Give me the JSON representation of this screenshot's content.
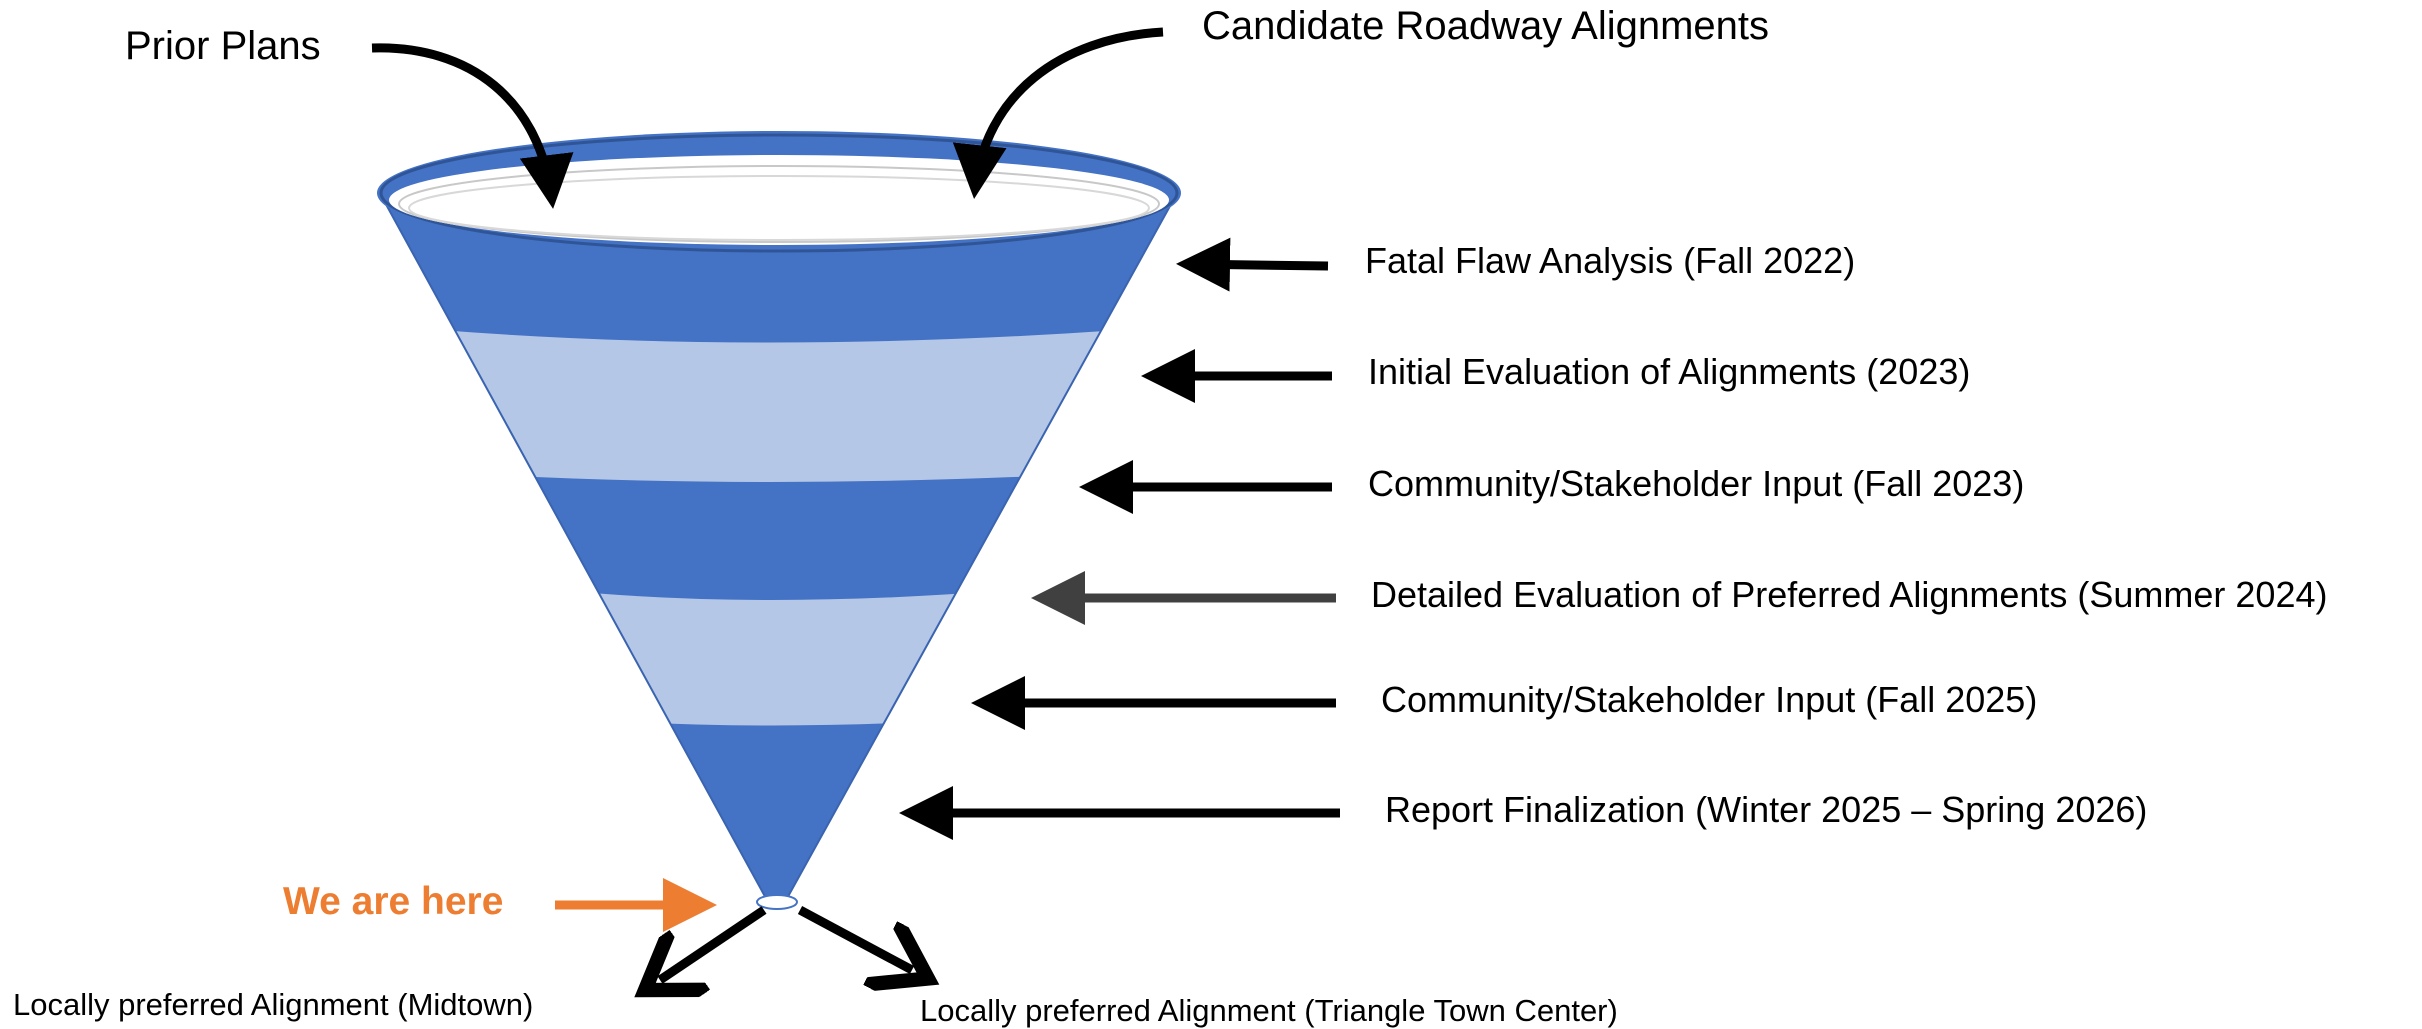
{
  "inputs": {
    "prior_plans": "Prior Plans",
    "candidate_alignments": "Candidate Roadway Alignments"
  },
  "stages": [
    {
      "label": "Fatal Flaw Analysis (Fall 2022)"
    },
    {
      "label": "Initial Evaluation of Alignments (2023)"
    },
    {
      "label": "Community/Stakeholder Input (Fall 2023)"
    },
    {
      "label": "Detailed Evaluation of Preferred Alignments (Summer 2024)"
    },
    {
      "label": "Community/Stakeholder Input (Fall 2025)"
    },
    {
      "label": "Report Finalization (Winter 2025 – Spring 2026)"
    }
  ],
  "status": {
    "label": "We are here",
    "color": "#ED7D31"
  },
  "outputs": {
    "midtown": "Locally preferred Alignment (Midtown)",
    "triangle": "Locally preferred Alignment (Triangle Town Center)"
  },
  "colors": {
    "funnel_dark": "#4472C4",
    "funnel_light": "#B4C7E7",
    "arrow": "#000000",
    "arrow_muted": "#404040"
  }
}
